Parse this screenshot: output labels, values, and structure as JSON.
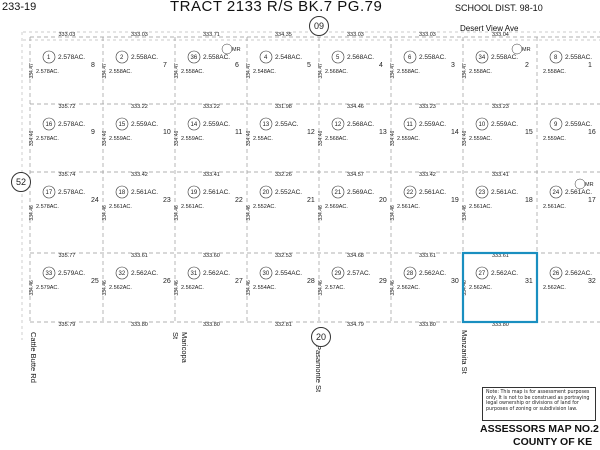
{
  "header": {
    "page_ref": "233-19",
    "tract": "TRACT 2133 R/S BK.7 PG.79",
    "school_dist": "SCHOOL DIST. 98-10"
  },
  "streets": {
    "desert_view": "Desert View Ave",
    "cattle_butte": "Cattle Butte Rd",
    "maricopa": "Maricopa St",
    "pasamonte": "Pasamonte St",
    "manzanita": "Manzanita St",
    "route_09": "09",
    "route_20": "20",
    "route_52": "52"
  },
  "column_widths": [
    [
      "333.03",
      "333.03",
      "333.71",
      "334.35",
      "333.03",
      "333.03",
      "333.04"
    ],
    [
      "335.72",
      "333.22",
      "333.22",
      "331.98",
      "334.46",
      "333.23",
      "333.23"
    ],
    [
      "335.74",
      "333.42",
      "333.41",
      "332.26",
      "334.57",
      "333.42",
      "333.41"
    ],
    [
      "335.77",
      "333.61",
      "333.60",
      "332.53",
      "334.68",
      "333.61",
      "333.61"
    ],
    [
      "335.79",
      "333.80",
      "333.80",
      "332.81",
      "334.79",
      "333.80",
      "333.80"
    ]
  ],
  "row_depths": [
    "334.47",
    "334.46",
    "334.46",
    "334.46"
  ],
  "parcels": [
    {
      "n": "1",
      "lot": "8",
      "a": "2.578AC.",
      "b": "2.578AC."
    },
    {
      "n": "2",
      "lot": "7",
      "a": "2.558AC.",
      "b": "2.558AC."
    },
    {
      "n": "36",
      "lot": "6",
      "a": "2.558AC.",
      "b": "2.558AC.",
      "mr": "MR"
    },
    {
      "n": "4",
      "lot": "5",
      "a": "2.548AC.",
      "b": "2.548AC."
    },
    {
      "n": "5",
      "lot": "4",
      "a": "2.568AC.",
      "b": "2.568AC."
    },
    {
      "n": "6",
      "lot": "3",
      "a": "2.558AC.",
      "b": "2.558AC."
    },
    {
      "n": "34",
      "lot": "2",
      "a": "2.558AC.",
      "b": "2.558AC.",
      "mr": "MR"
    },
    {
      "n": "8",
      "lot": "1",
      "a": "2.558AC.",
      "b": "2.558AC."
    },
    {
      "n": "16",
      "lot": "9",
      "a": "2.578AC.",
      "b": "2.578AC."
    },
    {
      "n": "15",
      "lot": "10",
      "a": "2.559AC.",
      "b": "2.559AC."
    },
    {
      "n": "14",
      "lot": "11",
      "a": "2.559AC.",
      "b": "2.559AC."
    },
    {
      "n": "13",
      "lot": "12",
      "a": "2.55AC.",
      "b": "2.55AC."
    },
    {
      "n": "12",
      "lot": "13",
      "a": "2.568AC.",
      "b": "2.568AC."
    },
    {
      "n": "11",
      "lot": "14",
      "a": "2.559AC.",
      "b": "2.559AC."
    },
    {
      "n": "10",
      "lot": "15",
      "a": "2.559AC.",
      "b": "2.559AC."
    },
    {
      "n": "9",
      "lot": "16",
      "a": "2.559AC.",
      "b": "2.559AC."
    },
    {
      "n": "17",
      "lot": "24",
      "a": "2.578AC.",
      "b": "2.578AC."
    },
    {
      "n": "18",
      "lot": "23",
      "a": "2.561AC.",
      "b": "2.561AC."
    },
    {
      "n": "19",
      "lot": "22",
      "a": "2.561AC.",
      "b": "2.561AC."
    },
    {
      "n": "20",
      "lot": "21",
      "a": "2.552AC.",
      "b": "2.552AC."
    },
    {
      "n": "21",
      "lot": "20",
      "a": "2.569AC.",
      "b": "2.569AC."
    },
    {
      "n": "22",
      "lot": "19",
      "a": "2.561AC.",
      "b": "2.561AC."
    },
    {
      "n": "23",
      "lot": "18",
      "a": "2.561AC.",
      "b": "2.561AC."
    },
    {
      "n": "24",
      "lot": "17",
      "a": "2.561AC.",
      "b": "2.561AC.",
      "mr": "MR"
    },
    {
      "n": "33",
      "lot": "25",
      "a": "2.579AC.",
      "b": "2.579AC."
    },
    {
      "n": "32",
      "lot": "26",
      "a": "2.562AC.",
      "b": "2.562AC."
    },
    {
      "n": "31",
      "lot": "27",
      "a": "2.562AC.",
      "b": "2.562AC."
    },
    {
      "n": "30",
      "lot": "28",
      "a": "2.554AC.",
      "b": "2.554AC."
    },
    {
      "n": "29",
      "lot": "29",
      "a": "2.57AC.",
      "b": "2.57AC."
    },
    {
      "n": "28",
      "lot": "30",
      "a": "2.562AC.",
      "b": "2.562AC."
    },
    {
      "n": "27",
      "lot": "31",
      "a": "2.562AC.",
      "b": "2.562AC.",
      "highlight": true
    },
    {
      "n": "26",
      "lot": "32",
      "a": "2.562AC.",
      "b": "2.562AC."
    }
  ],
  "note": "Note: This map is for assessment purposes only. It is not to be construed as portraying legal ownership or divisions of land for purposes of zoning or subdivision law.",
  "footer": {
    "line1": "ASSESSORS MAP NO.2",
    "line2": "COUNTY OF KE"
  },
  "colors": {
    "highlight": "#1a8fc0"
  }
}
